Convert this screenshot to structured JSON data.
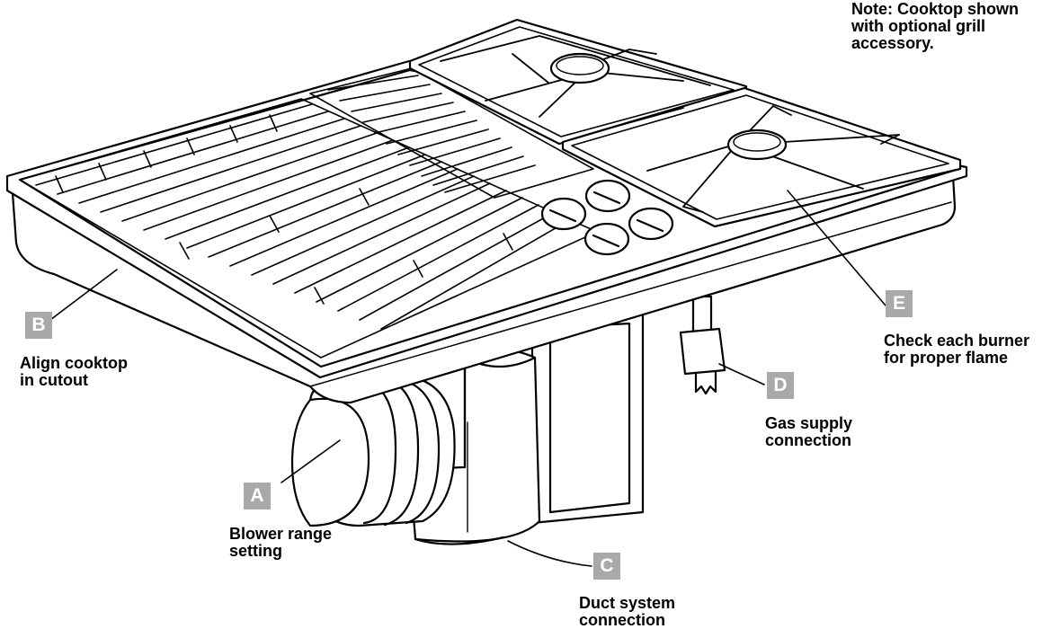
{
  "note": "Note: Cooktop shown\nwith optional grill\naccessory.",
  "callouts": {
    "A": {
      "letter": "A",
      "text": "Blower range\nsetting"
    },
    "B": {
      "letter": "B",
      "text": "Align cooktop\nin cutout"
    },
    "C": {
      "letter": "C",
      "text": "Duct system\nconnection"
    },
    "D": {
      "letter": "D",
      "text": "Gas supply\nconnection"
    },
    "E": {
      "letter": "E",
      "text": "Check each burner\nfor proper flame"
    }
  },
  "colors": {
    "badge": "#a9a9a9",
    "line": "#000000"
  }
}
